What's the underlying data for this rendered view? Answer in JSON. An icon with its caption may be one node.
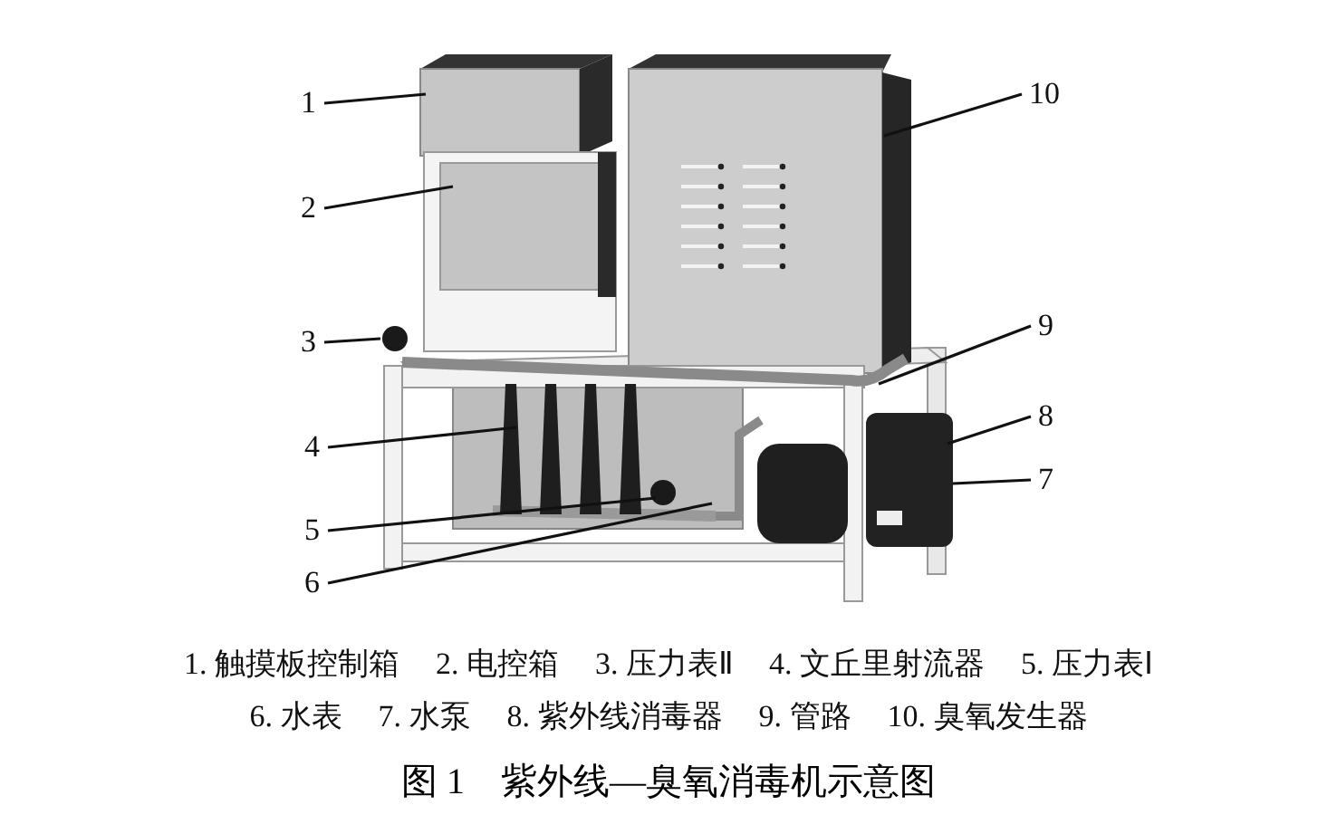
{
  "diagram": {
    "caption": "图 1　紫外线—臭氧消毒机示意图",
    "nodes": [
      {
        "text": [
          "1"
        ]
      },
      {
        "text": [
          "2"
        ]
      },
      {
        "text": [
          "3"
        ]
      },
      {
        "text": [
          "4"
        ]
      },
      {
        "text": [
          "5"
        ]
      },
      {
        "text": [
          "6"
        ]
      },
      {
        "text": [
          "7"
        ]
      },
      {
        "text": [
          "8"
        ]
      },
      {
        "text": [
          "9"
        ]
      },
      {
        "text": [
          "10"
        ]
      }
    ],
    "edges": [
      {
        "from": 0,
        "to": null,
        "arrow": "none"
      },
      {
        "from": 1,
        "to": null,
        "arrow": "none"
      },
      {
        "from": 2,
        "to": null,
        "arrow": "none"
      },
      {
        "from": 3,
        "to": null,
        "arrow": "none"
      },
      {
        "from": 4,
        "to": null,
        "arrow": "none"
      },
      {
        "from": 5,
        "to": null,
        "arrow": "none"
      },
      {
        "from": 6,
        "to": null,
        "arrow": "none"
      },
      {
        "from": 7,
        "to": null,
        "arrow": "none"
      },
      {
        "from": 8,
        "to": null,
        "arrow": "none"
      },
      {
        "from": 9,
        "to": null,
        "arrow": "none"
      }
    ],
    "labels": [
      "1. 触摸板控制箱",
      "2. 电控箱",
      "3. 压力表Ⅱ",
      "4. 文丘里射流器",
      "5. 压力表Ⅰ",
      "6. 水表",
      "7. 水泵",
      "8. 紫外线消毒器",
      "9. 管路",
      "10. 臭氧发生器"
    ]
  }
}
